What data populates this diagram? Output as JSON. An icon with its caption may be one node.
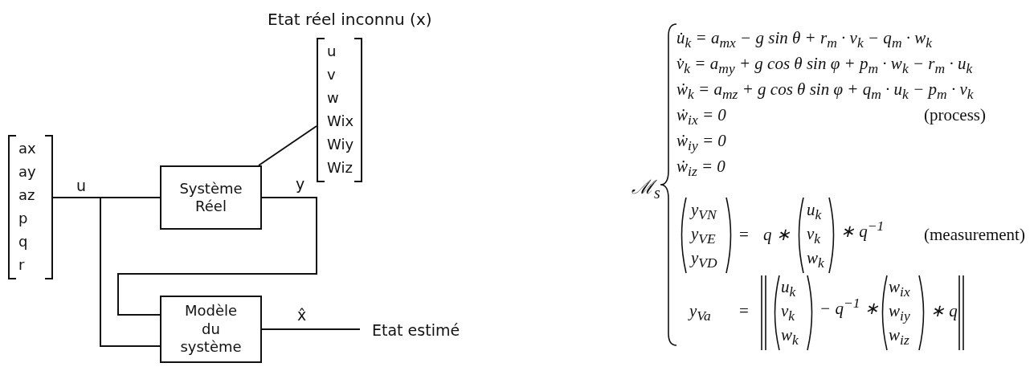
{
  "diagram": {
    "nodes": [
      {
        "text": [
          "ax ay az p q r"
        ]
      },
      {
        "text": [
          "Système Réel"
        ]
      },
      {
        "text": [
          "Etat réel inconnu (x)",
          "u v w Wix Wiy Wiz"
        ]
      },
      {
        "text": [
          "Modèle du système"
        ]
      },
      {
        "text": [
          "Etat estimé"
        ]
      }
    ],
    "edges": [
      {
        "from": 0,
        "to": 1,
        "arrow": "none",
        "label": "u"
      },
      {
        "from": 0,
        "to": 3,
        "arrow": "none"
      },
      {
        "from": 1,
        "to": 2,
        "arrow": "none"
      },
      {
        "from": 1,
        "to": 3,
        "arrow": "none",
        "label": "y"
      },
      {
        "from": 3,
        "to": 4,
        "arrow": "none",
        "label": "x̂"
      }
    ],
    "labels": [
      "ℳ$_{s}$",
      "u̇$_{k}$ = a$_{mx}$ − g sin θ + r$_{m}$ · v$_{k}$ − q$_{m}$ · w$_{k}$",
      "v̇$_{k}$ = a$_{my}$ + g cos θ sin φ + p$_{m}$ · w$_{k}$ − r$_{m}$ · u$_{k}$",
      "ẇ$_{k}$ = a$_{mz}$ + g cos θ sin φ + q$_{m}$ · u$_{k}$ − p$_{m}$ · v$_{k}$",
      "ẇ$_{ix}$ = 0",
      "ẇ$_{iy}$ = 0",
      "ẇ$_{iz}$ = 0",
      "(process)",
      "y$_{VN}$",
      "y$_{VE}$",
      "y$_{VD}$",
      "=",
      "q ∗",
      "u$_{k}$",
      "v$_{k}$",
      "w$_{k}$",
      "∗ q$^{−1}$",
      "(measurement)",
      "y$_{Va}$",
      "=",
      "u$_{k}$",
      "v$_{k}$",
      "w$_{k}$",
      "− q$^{−1}$ ∗",
      "w$_{ix}$",
      "w$_{iy}$",
      "w$_{iz}$",
      "∗ q"
    ]
  }
}
